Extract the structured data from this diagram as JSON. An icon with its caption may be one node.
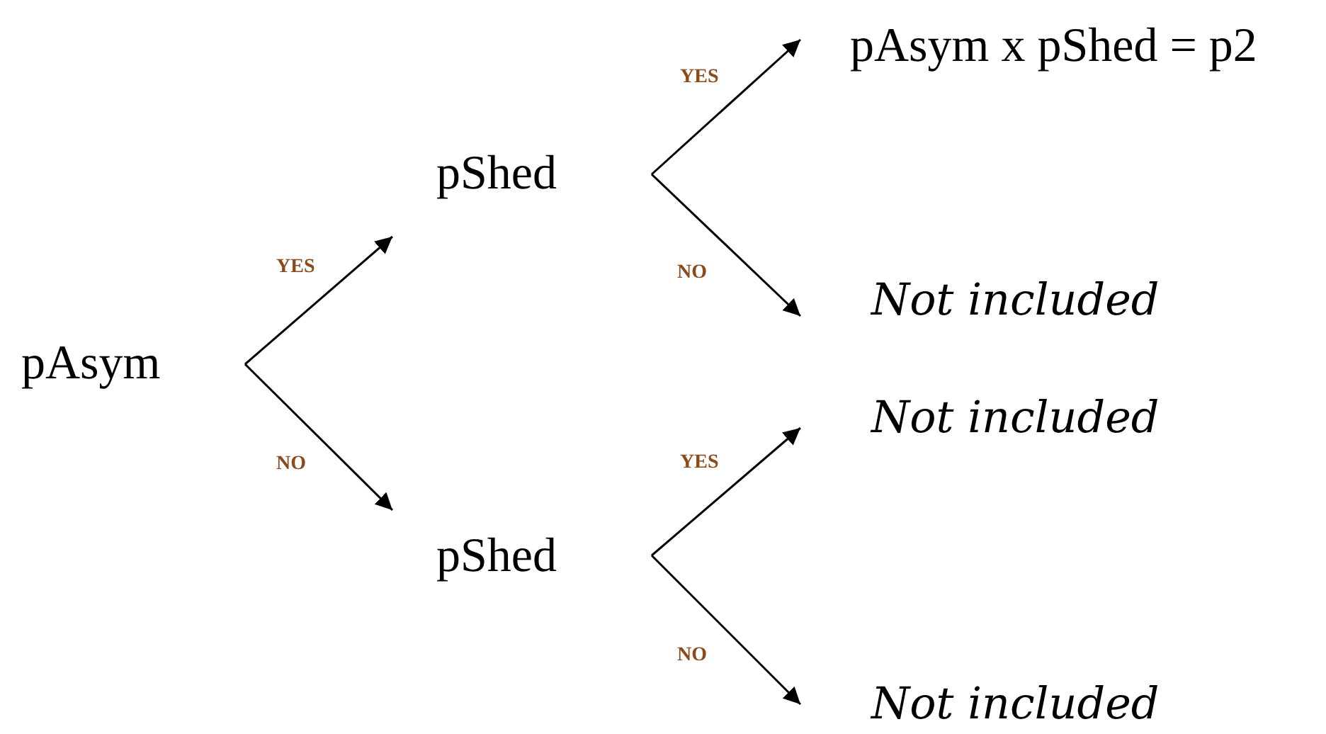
{
  "diagram": {
    "nodes": [
      {
        "text": [
          "pAsym"
        ]
      },
      {
        "text": [
          "pShed"
        ]
      },
      {
        "text": [
          "pShed"
        ]
      },
      {
        "text": [
          "pAsym x pShed = p2"
        ]
      },
      {
        "text": [
          "Not included"
        ]
      },
      {
        "text": [
          "Not included"
        ]
      },
      {
        "text": [
          "Not included"
        ]
      }
    ],
    "edges": [
      {
        "from": 0,
        "to": 1,
        "arrow": "to",
        "label": "YES"
      },
      {
        "from": 0,
        "to": 2,
        "arrow": "to",
        "label": "NO"
      },
      {
        "from": 1,
        "to": 3,
        "arrow": "to",
        "label": "YES"
      },
      {
        "from": 1,
        "to": 4,
        "arrow": "to",
        "label": "NO"
      },
      {
        "from": 2,
        "to": 5,
        "arrow": "to",
        "label": "YES"
      },
      {
        "from": 2,
        "to": 6,
        "arrow": "to",
        "label": "NO"
      }
    ]
  }
}
